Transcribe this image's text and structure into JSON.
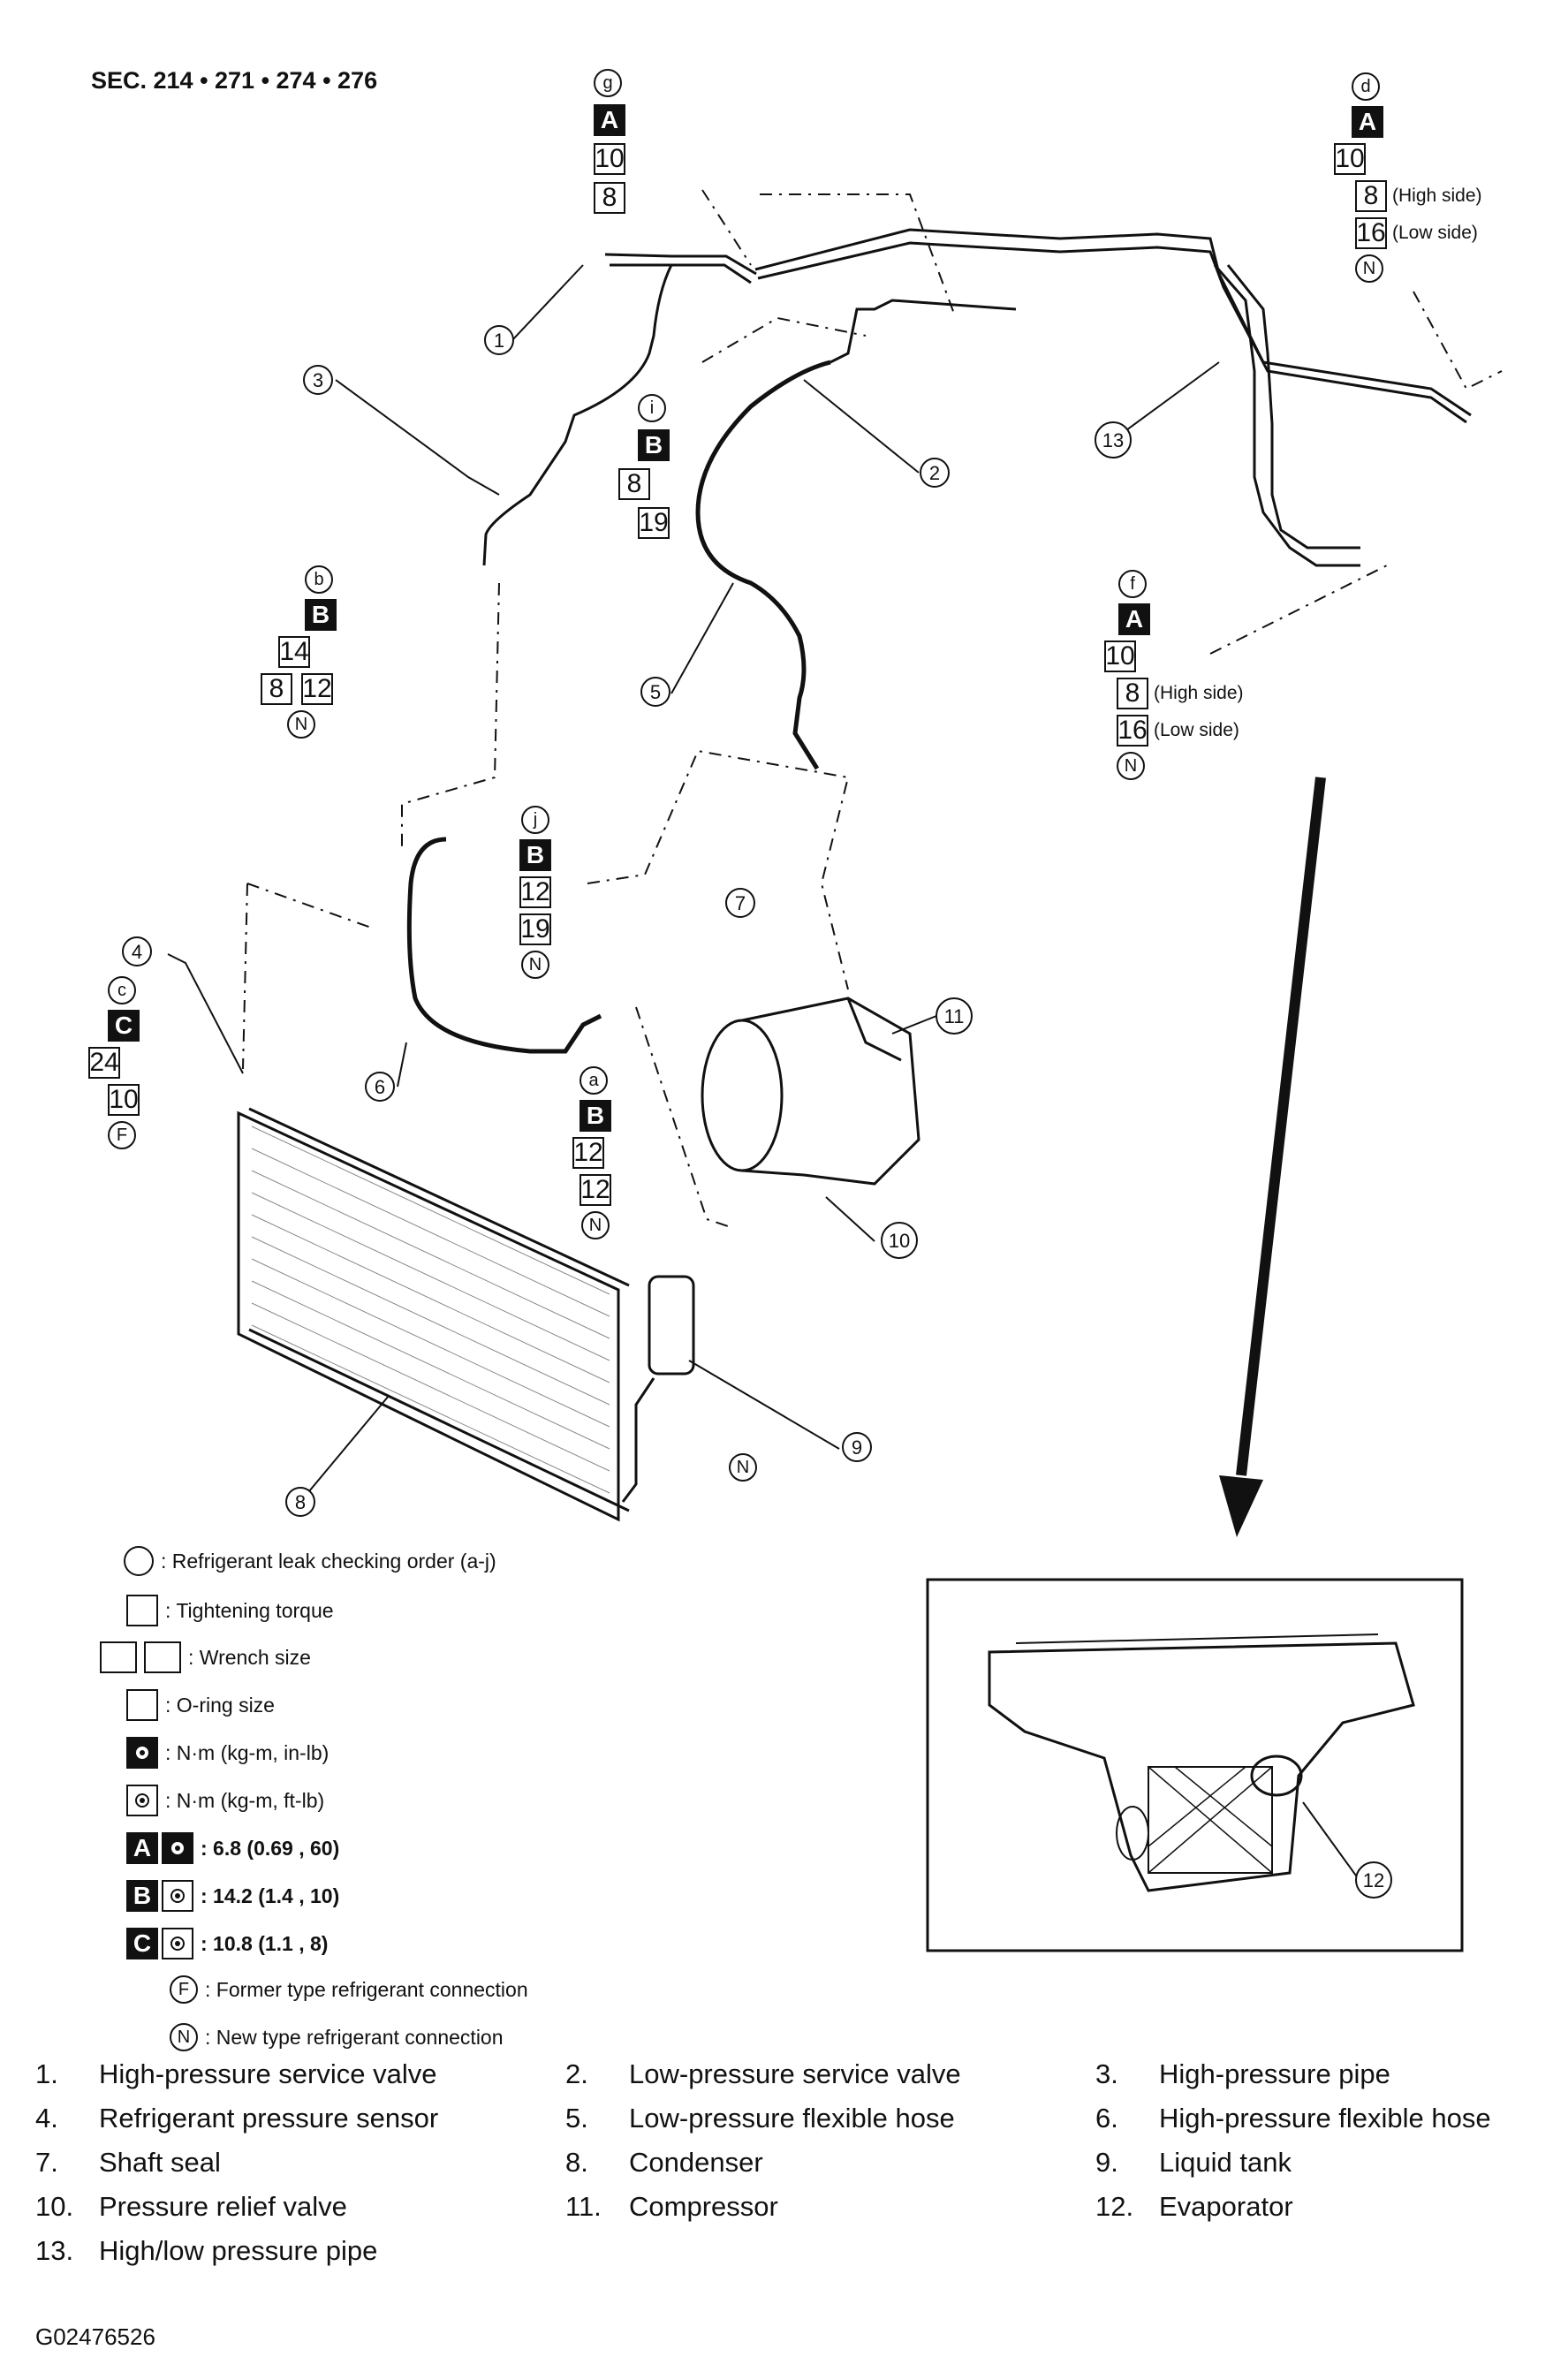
{
  "header": {
    "section": "SEC. 214 • 271 • 274 • 276"
  },
  "figure_code": "G02476526",
  "legend": {
    "leak_order": ": Refrigerant leak checking order (a-j)",
    "torque": ": Tightening torque",
    "wrench": ": Wrench size",
    "oring": ": O-ring size",
    "nm_in_lb": ": N·m (kg-m, in-lb)",
    "nm_ft_lb": ": N·m (kg-m, ft-lb)",
    "a_letter": "A",
    "a_value": ": 6.8 (0.69 , 60)",
    "b_letter": "B",
    "b_value": ": 14.2 (1.4 , 10)",
    "c_letter": "C",
    "c_value": ": 10.8 (1.1 , 8)",
    "f_letter": "F",
    "f_text": ": Former type refrigerant connection",
    "n_letter": "N",
    "n_text": ": New type refrigerant connection"
  },
  "callouts": {
    "g": {
      "letter": "g",
      "grade": "A",
      "v1": "10",
      "v2": "8"
    },
    "d": {
      "letter": "d",
      "grade": "A",
      "v1": "10",
      "v2": "8",
      "v2note": "(High side)",
      "v3": "16",
      "v3note": "(Low side)",
      "n": "N"
    },
    "i": {
      "letter": "i",
      "grade": "B",
      "v1": "8",
      "v2": "19"
    },
    "b": {
      "letter": "b",
      "grade": "B",
      "v1": "14",
      "v2": "8",
      "v3": "12",
      "n": "N"
    },
    "f": {
      "letter": "f",
      "grade": "A",
      "v1": "10",
      "v2": "8",
      "v2note": "(High side)",
      "v3": "16",
      "v3note": "(Low side)",
      "n": "N"
    },
    "j": {
      "letter": "j",
      "grade": "B",
      "v1": "12",
      "v2": "19",
      "n": "N"
    },
    "c": {
      "letter": "c",
      "grade": "C",
      "v1": "24",
      "v2": "10",
      "f": "F"
    },
    "a": {
      "letter": "a",
      "grade": "B",
      "v1": "12",
      "v2": "12",
      "n": "N"
    },
    "n9": "N"
  },
  "labels": [
    "1",
    "2",
    "3",
    "4",
    "5",
    "6",
    "7",
    "8",
    "9",
    "10",
    "11",
    "12",
    "13"
  ],
  "parts": [
    {
      "num": "1.",
      "name": "High-pressure service valve"
    },
    {
      "num": "2.",
      "name": "Low-pressure service valve"
    },
    {
      "num": "3.",
      "name": "High-pressure pipe"
    },
    {
      "num": "4.",
      "name": "Refrigerant pressure sensor"
    },
    {
      "num": "5.",
      "name": "Low-pressure flexible hose"
    },
    {
      "num": "6.",
      "name": "High-pressure flexible hose"
    },
    {
      "num": "7.",
      "name": "Shaft seal"
    },
    {
      "num": "8.",
      "name": "Condenser"
    },
    {
      "num": "9.",
      "name": "Liquid tank"
    },
    {
      "num": "10.",
      "name": "Pressure relief valve"
    },
    {
      "num": "11.",
      "name": "Compressor"
    },
    {
      "num": "12.",
      "name": "Evaporator"
    },
    {
      "num": "13.",
      "name": "High/low pressure pipe"
    }
  ]
}
